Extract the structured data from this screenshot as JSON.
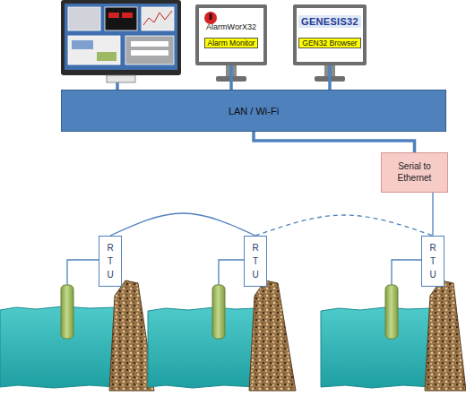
{
  "diagram": {
    "nodes": [
      {
        "text": [
          "AlarmWorX32",
          "Alarm Monitor"
        ]
      },
      {
        "text": [
          "GENESIS32",
          "GEN32 Browser"
        ]
      },
      {
        "text": [
          "LAN / Wi-Fi"
        ]
      },
      {
        "text": [
          "Serial to Ethernet"
        ]
      },
      {
        "text": [
          "RTU"
        ]
      },
      {
        "text": [
          "RTU"
        ]
      },
      {
        "text": [
          "RTU"
        ]
      }
    ],
    "edges": [
      {
        "from": 0,
        "to": 2,
        "arrow": "none"
      },
      {
        "from": 1,
        "to": 2,
        "arrow": "none"
      },
      {
        "from": 2,
        "to": 3,
        "arrow": "none"
      },
      {
        "from": 3,
        "to": 6,
        "arrow": "none"
      },
      {
        "from": 4,
        "to": 5,
        "arrow": "none"
      },
      {
        "from": 5,
        "to": 6,
        "arrow": "none"
      }
    ]
  }
}
